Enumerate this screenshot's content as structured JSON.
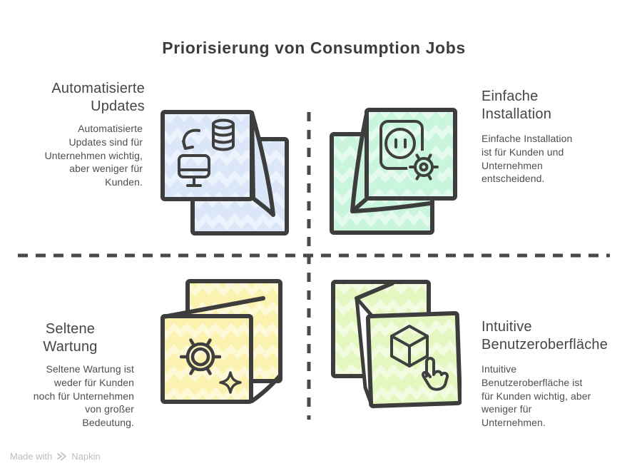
{
  "title": "Priorisierung von Consumption Jobs",
  "quadrants": [
    {
      "id": "automatisierte-updates",
      "heading": "Automatisierte Updates",
      "body": "Automatisierte Updates sind für Unternehmen wichtig, aber weniger für Kunden.",
      "icon": "monitor-sync-database-icon",
      "fill": "#dbe7f8"
    },
    {
      "id": "einfache-installation",
      "heading": "Einfache Installation",
      "body": "Einfache Installation ist für Kunden und Unternehmen entscheidend.",
      "icon": "power-outlet-gear-icon",
      "fill": "#c9f5dc"
    },
    {
      "id": "seltene-wartung",
      "heading": "Seltene Wartung",
      "body": "Seltene Wartung ist weder für Kunden noch für Unternehmen von großer Bedeutung.",
      "icon": "gear-sparkle-icon",
      "fill": "#faf2ae"
    },
    {
      "id": "intuitive-benutzeroberflaeche",
      "heading": "Intuitive Benutzeroberfläche",
      "body": "Intuitive Benutzeroberfläche ist für Kunden wichtig, aber weniger für Unternehmen.",
      "icon": "cube-tap-icon",
      "fill": "#e4f7c1"
    }
  ],
  "footer": {
    "made_with": "Made with",
    "brand": "Napkin"
  },
  "colors": {
    "stroke": "#3d3d3d",
    "glyph": "#3f3f3f",
    "dash": "#4a4a4a",
    "title": "#3d3d3d",
    "heading": "#464646",
    "body": "#4e4e4e",
    "footer": "#bdbdbd"
  }
}
